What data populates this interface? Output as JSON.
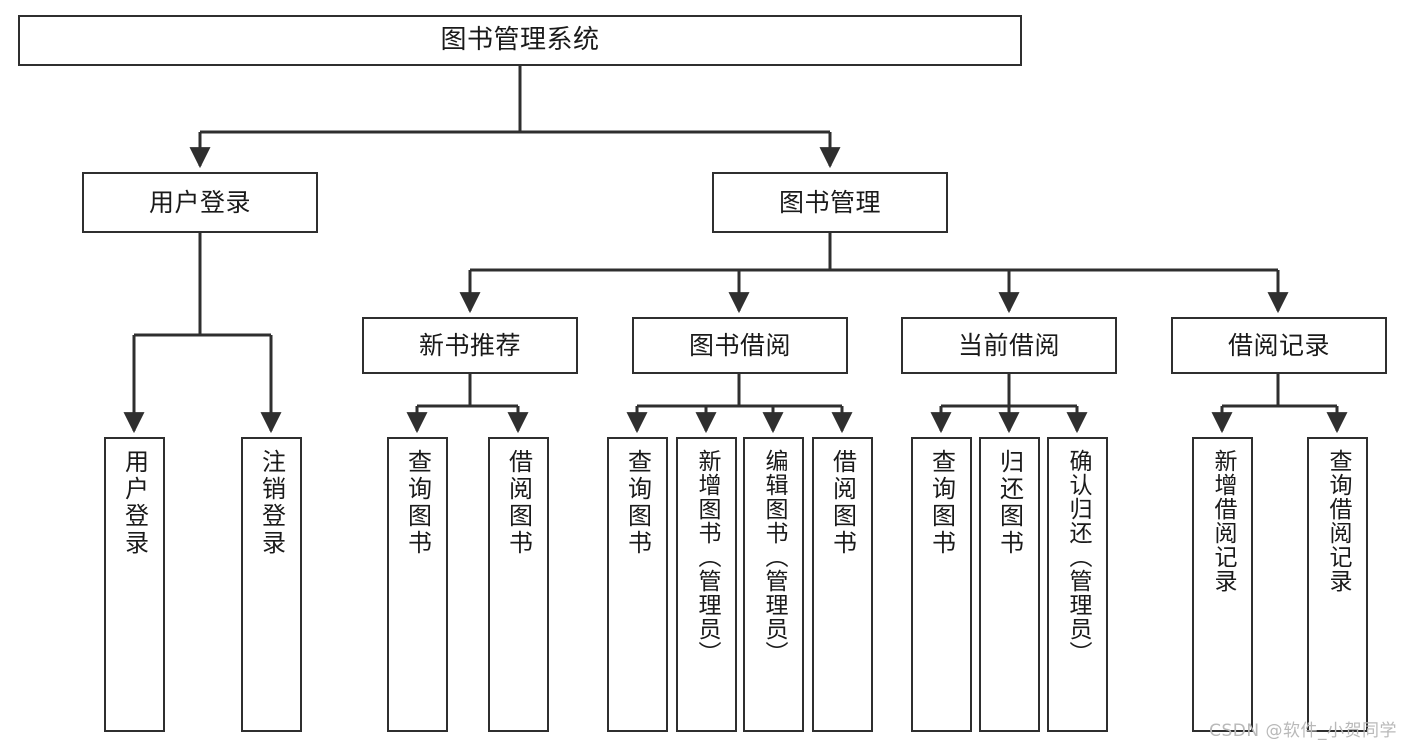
{
  "diagram": {
    "type": "tree-hierarchy",
    "title": "图书管理系统",
    "orientation": "top-down",
    "watermark": "CSDN @软件_小贺同学",
    "colors": {
      "stroke": "#2f2f2f",
      "fill": "#ffffff",
      "text": "#1a1a1a",
      "watermark": "#b9b9b9"
    },
    "levels": [
      {
        "level": 1,
        "nodes": [
          {
            "id": "root",
            "label": "图书管理系统"
          }
        ]
      },
      {
        "level": 2,
        "nodes": [
          {
            "id": "login",
            "label": "用户登录",
            "parent": "root"
          },
          {
            "id": "bookmgmt",
            "label": "图书管理",
            "parent": "root"
          }
        ]
      },
      {
        "level": 3,
        "nodes": [
          {
            "id": "newbook",
            "label": "新书推荐",
            "parent": "bookmgmt"
          },
          {
            "id": "borrow",
            "label": "图书借阅",
            "parent": "bookmgmt"
          },
          {
            "id": "current",
            "label": "当前借阅",
            "parent": "bookmgmt"
          },
          {
            "id": "records",
            "label": "借阅记录",
            "parent": "bookmgmt"
          }
        ]
      },
      {
        "level": 4,
        "nodes": [
          {
            "id": "leaf1",
            "label": "用户登录",
            "parent": "login"
          },
          {
            "id": "leaf2",
            "label": "注销登录",
            "parent": "login"
          },
          {
            "id": "leaf3",
            "label": "查询图书",
            "parent": "newbook"
          },
          {
            "id": "leaf4",
            "label": "借阅图书",
            "parent": "newbook"
          },
          {
            "id": "leaf5",
            "label": "查询图书",
            "parent": "borrow"
          },
          {
            "id": "leaf6",
            "label": "新增图书（管理员）",
            "parent": "borrow"
          },
          {
            "id": "leaf7",
            "label": "编辑图书（管理员）",
            "parent": "borrow"
          },
          {
            "id": "leaf8",
            "label": "借阅图书",
            "parent": "borrow"
          },
          {
            "id": "leaf9",
            "label": "查询图书",
            "parent": "current"
          },
          {
            "id": "leaf10",
            "label": "归还图书",
            "parent": "current"
          },
          {
            "id": "leaf11",
            "label": "确认归还（管理员）",
            "parent": "current"
          },
          {
            "id": "leaf12",
            "label": "新增借阅记录",
            "parent": "records"
          },
          {
            "id": "leaf13",
            "label": "查询借阅记录",
            "parent": "records"
          }
        ]
      }
    ]
  }
}
